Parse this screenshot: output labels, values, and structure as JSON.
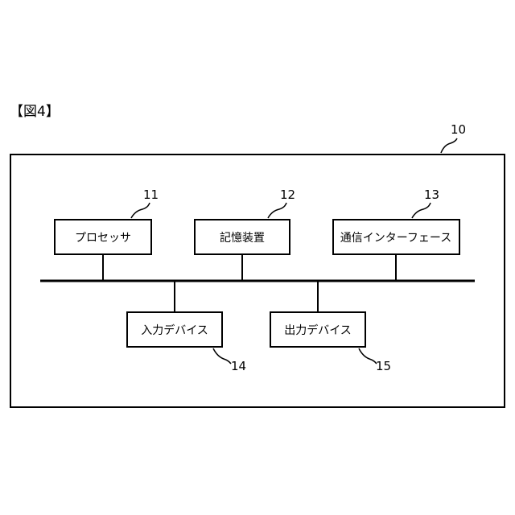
{
  "figure_label": "【図4】",
  "device": {
    "ref": "10"
  },
  "components": [
    {
      "id": "processor",
      "label": "プロセッサ",
      "ref": "11"
    },
    {
      "id": "storage",
      "label": "記憶装置",
      "ref": "12"
    },
    {
      "id": "comm-interface",
      "label": "通信インターフェース",
      "ref": "13"
    },
    {
      "id": "input-device",
      "label": "入力デバイス",
      "ref": "14"
    },
    {
      "id": "output-device",
      "label": "出力デバイス",
      "ref": "15"
    }
  ]
}
